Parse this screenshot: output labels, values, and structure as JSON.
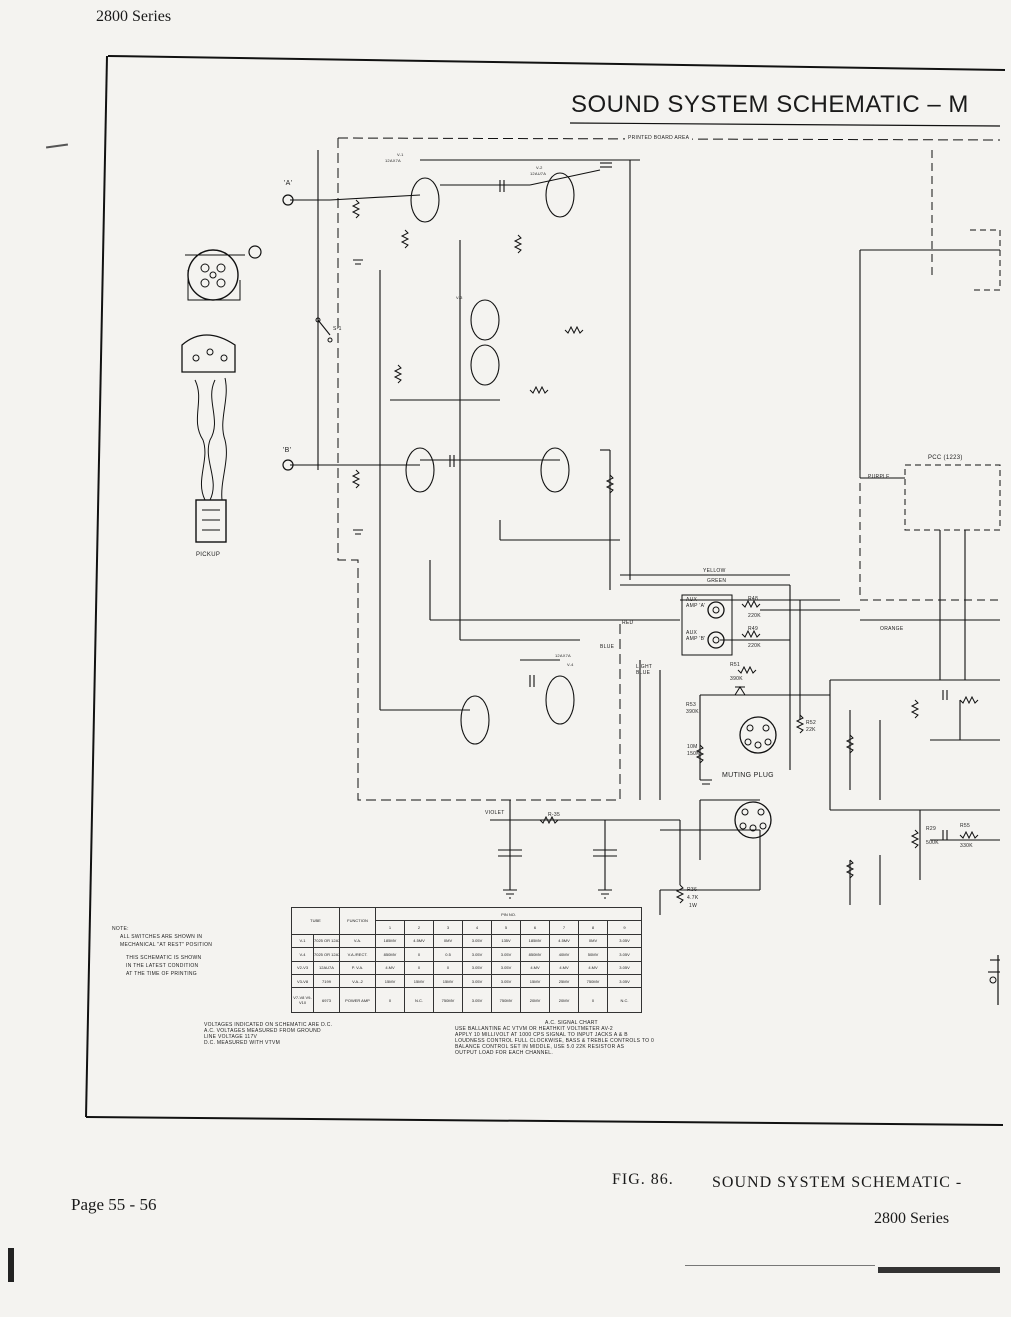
{
  "header": {
    "series": "2800 Series"
  },
  "schematic": {
    "title": "SOUND SYSTEM SCHEMATIC – M",
    "board_area_label": "PRINTED BOARD AREA",
    "muting_plug": "MUTING PLUG",
    "pickup": "PICKUP",
    "aux_amp_a": "AUX AMP 'A'",
    "aux_amp_b": "AUX AMP 'B'",
    "wires": {
      "yellow": "YELLOW",
      "green": "GREEN",
      "purple": "PURPLE",
      "orange": "ORANGE",
      "violet": "VIOLET",
      "red": "RED",
      "blue": "BLUE",
      "light_blue": "LIGHT BLUE"
    },
    "inputs": {
      "a": "'A'",
      "b": "'B'"
    },
    "switch": "S-1",
    "resistors": {
      "r48": "R48",
      "r48v": "220K",
      "r49": "R49",
      "r49v": "220K",
      "r51": "R51",
      "r51v": "390K",
      "r53": "R53",
      "r53v": "390K",
      "r52": "R52",
      "r52v": "22K",
      "r50": "10M",
      "r50v": "150K",
      "r36": "R36",
      "r36v": "4.7K",
      "r36w": "1W",
      "r35": "R-35",
      "r55": "R55",
      "r55v": "330K",
      "r29": "R29",
      "r29v": "500K"
    },
    "tubes": {
      "v1": "V-1",
      "v2": "V-2",
      "v3": "V-3",
      "v4": "V-4",
      "t1": "12AX7A",
      "t2": "12AU7A"
    },
    "pcc": "PCC (1223)"
  },
  "note": {
    "title": "NOTE:",
    "line1": "ALL SWITCHES ARE SHOWN IN",
    "line2": "MECHANICAL \"AT REST\" POSITION",
    "line3": "THIS SCHEMATIC IS SHOWN",
    "line4": "IN THE LATEST CONDITION",
    "line5": "AT THE TIME OF PRINTING"
  },
  "voltage_note": {
    "line1": "VOLTAGES INDICATED ON SCHEMATIC ARE D.C.",
    "line2": "A.C. VOLTAGES MEASURED FROM GROUND",
    "line3": "LINE VOLTAGE 117V",
    "line4": "D.C. MEASURED WITH VTVM"
  },
  "signal_chart": {
    "title": "A.C. SIGNAL CHART",
    "line1": "USE BALLANTINE AC VTVM OR HEATHKIT VOLTMETER AV-2",
    "line2": "APPLY 10 MILLIVOLT AT 1000 CPS SIGNAL TO INPUT JACKS A & B",
    "line3": "LOUDNESS CONTROL FULL CLOCKWISE, BASS & TREBLE CONTROLS TO 0",
    "line4": "BALANCE CONTROL SET IN MIDDLE, USE 5.0 22K RESISTOR AS",
    "line5": "OUTPUT LOAD FOR EACH CHANNEL."
  },
  "pin_table": {
    "tube_header": "TUBE",
    "function_header": "FUNCTION",
    "pin_no": "PIN NO.",
    "pins": [
      "1",
      "2",
      "3",
      "4",
      "5",
      "6",
      "7",
      "8",
      "9"
    ],
    "rows": [
      {
        "tube": "V-1",
        "type": "7025 OR 12AX7A",
        "func": "V.A.",
        "vals": [
          "185MV",
          "4.5MV",
          "0MV",
          "3.05V",
          "135V",
          "185MV",
          "4.5MV",
          "0MV",
          "3.05V"
        ]
      },
      {
        "tube": "V-4",
        "type": "7025 OR 12AX7A",
        "func": "V.A./RECT.",
        "vals": [
          "850MV",
          "0",
          "0.5",
          "3.05V",
          "3.05V",
          "850MV",
          "40MV",
          "50MV",
          "3.05V"
        ]
      },
      {
        "tube": "V2-V3",
        "type": "12AU7A",
        "func": "P. V.A.",
        "vals": [
          "4.MV",
          "0",
          "0",
          "3.05V",
          "3.05V",
          "4.MV",
          "4.MV",
          "4.MV",
          "3.05V"
        ]
      },
      {
        "tube": "V3-V8",
        "type": "7199",
        "func": "V.A.-2",
        "vals": [
          "15MV",
          "15MV",
          "15MV",
          "3.05V",
          "3.05V",
          "15MV",
          "25MV",
          "750MV",
          "3.05V"
        ]
      },
      {
        "tube": "V7-V8 V9-V10",
        "type": "6973",
        "func": "POWER AMP",
        "vals": [
          "0",
          "N.C.",
          "750MV",
          "3.05V",
          "750MV",
          "20MV",
          "20MV",
          "0",
          "N.C."
        ]
      }
    ]
  },
  "caption": {
    "page": "Page 55 - 56",
    "fig": "FIG. 86.",
    "title": "SOUND SYSTEM SCHEMATIC -",
    "series": "2800 Series"
  }
}
